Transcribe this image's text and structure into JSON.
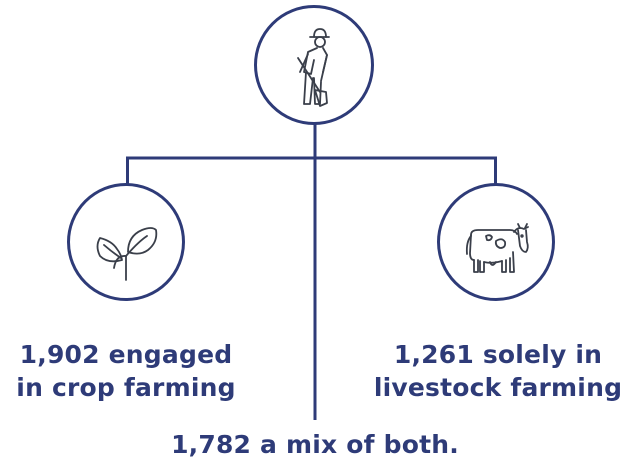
{
  "colors": {
    "accent": "#2e3b78",
    "icon_stroke": "#3a3f4a",
    "background": "#ffffff"
  },
  "nodes": {
    "top": {
      "icon": "farmer-with-shovel-icon"
    },
    "left": {
      "icon": "sprout-icon",
      "label_lines": [
        "1,902 engaged",
        "in crop farming"
      ]
    },
    "right": {
      "icon": "cow-icon",
      "label_lines": [
        "1,261 solely in",
        "livestock farming"
      ]
    },
    "bottom": {
      "label": "1,782 a mix of both."
    }
  }
}
